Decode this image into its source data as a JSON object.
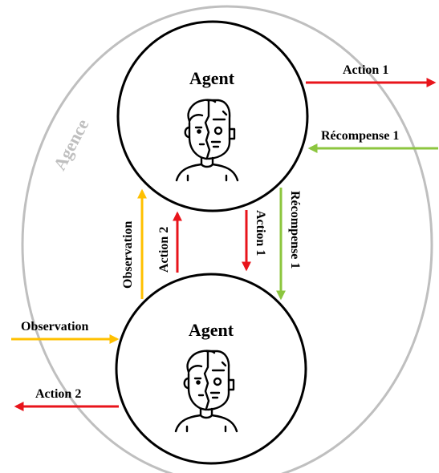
{
  "diagram": {
    "group_label": "Agence",
    "agent_top": {
      "title": "Agent",
      "icon": "cyborg-head-icon"
    },
    "agent_bottom": {
      "title": "Agent",
      "icon": "cyborg-head-icon"
    },
    "arrows": {
      "action1_out": "Action 1",
      "reward1_in": "Récompense 1",
      "observation_up": "Observation",
      "action2_up": "Action 2",
      "action1_down": "Action 1",
      "reward1_down": "Récompense 1",
      "observation_in": "Observation",
      "action2_out": "Action 2"
    },
    "colors": {
      "action": "#e8141b",
      "reward": "#8cc63f",
      "observation": "#ffc000",
      "ellipse": "#bfbfbf",
      "agence_text": "#bfbfbf"
    }
  }
}
